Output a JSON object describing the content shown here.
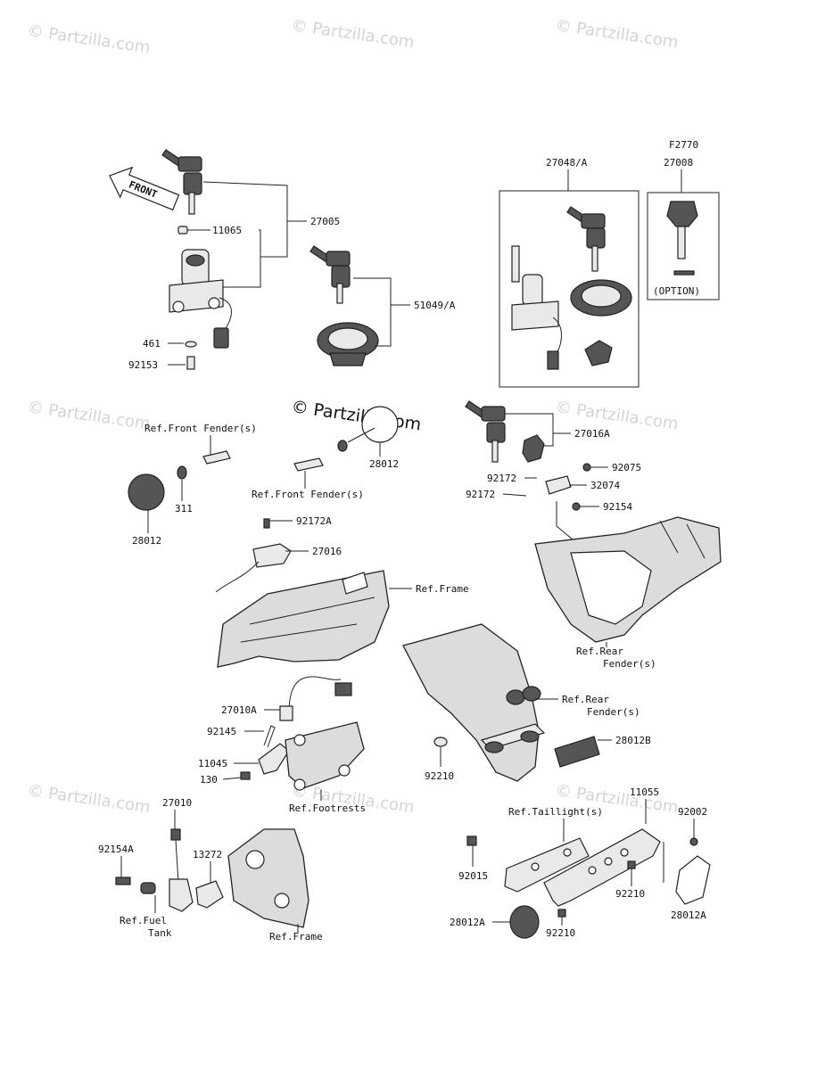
{
  "watermarks": [
    {
      "text": "© Partzilla.com"
    },
    {
      "text": "© Partzilla.com"
    },
    {
      "text": "© Partzilla.com"
    },
    {
      "text": "© Partzilla.com"
    },
    {
      "text": "© Partzilla.com"
    },
    {
      "text": "© Partzilla.com"
    },
    {
      "text": "© Partzilla.com"
    },
    {
      "text": "© Partzilla.com"
    }
  ],
  "center_watermark": "© Partzilla.com",
  "front_arrow": "FRONT",
  "option_note": "(OPTION)",
  "labels": {
    "p27005": "27005",
    "p11065": "11065",
    "p461": "461",
    "p92153": "92153",
    "p51049": "51049/A",
    "p27048": "27048/A",
    "p2770": "F2770",
    "p27008": "27008",
    "ref_front_fender_1": "Ref.Front Fender(s)",
    "ref_front_fender_2": "Ref.Front Fender(s)",
    "p311": "311",
    "p28012_a": "28012",
    "p28012_b": "28012",
    "p27016A": "27016A",
    "p92075": "92075",
    "p92172_a": "92172",
    "p32074": "32074",
    "p92172_b": "92172",
    "p92154": "92154",
    "p92172A": "92172A",
    "p27016": "27016",
    "ref_frame_1": "Ref.Frame",
    "ref_rear_fender_1a": "Ref.Rear",
    "ref_rear_fender_1b": "Fender(s)",
    "ref_rear_fender_2a": "Ref.Rear",
    "ref_rear_fender_2b": "Fender(s)",
    "p27010A": "27010A",
    "p92145": "92145",
    "p11045": "11045",
    "p130": "130",
    "ref_footrests": "Ref.Footrests",
    "p28012B": "28012B",
    "p92210_a": "92210",
    "p27010": "27010",
    "p92154A": "92154A",
    "p13272": "13272",
    "ref_fuel_a": "Ref.Fuel",
    "ref_fuel_b": "Tank",
    "ref_frame_2": "Ref.Frame",
    "p11055": "11055",
    "ref_taillight": "Ref.Taillight(s)",
    "p92002": "92002",
    "p92015": "92015",
    "p92210_b": "92210",
    "p92210_c": "92210",
    "p28012A_a": "28012A",
    "p28012A_b": "28012A"
  }
}
